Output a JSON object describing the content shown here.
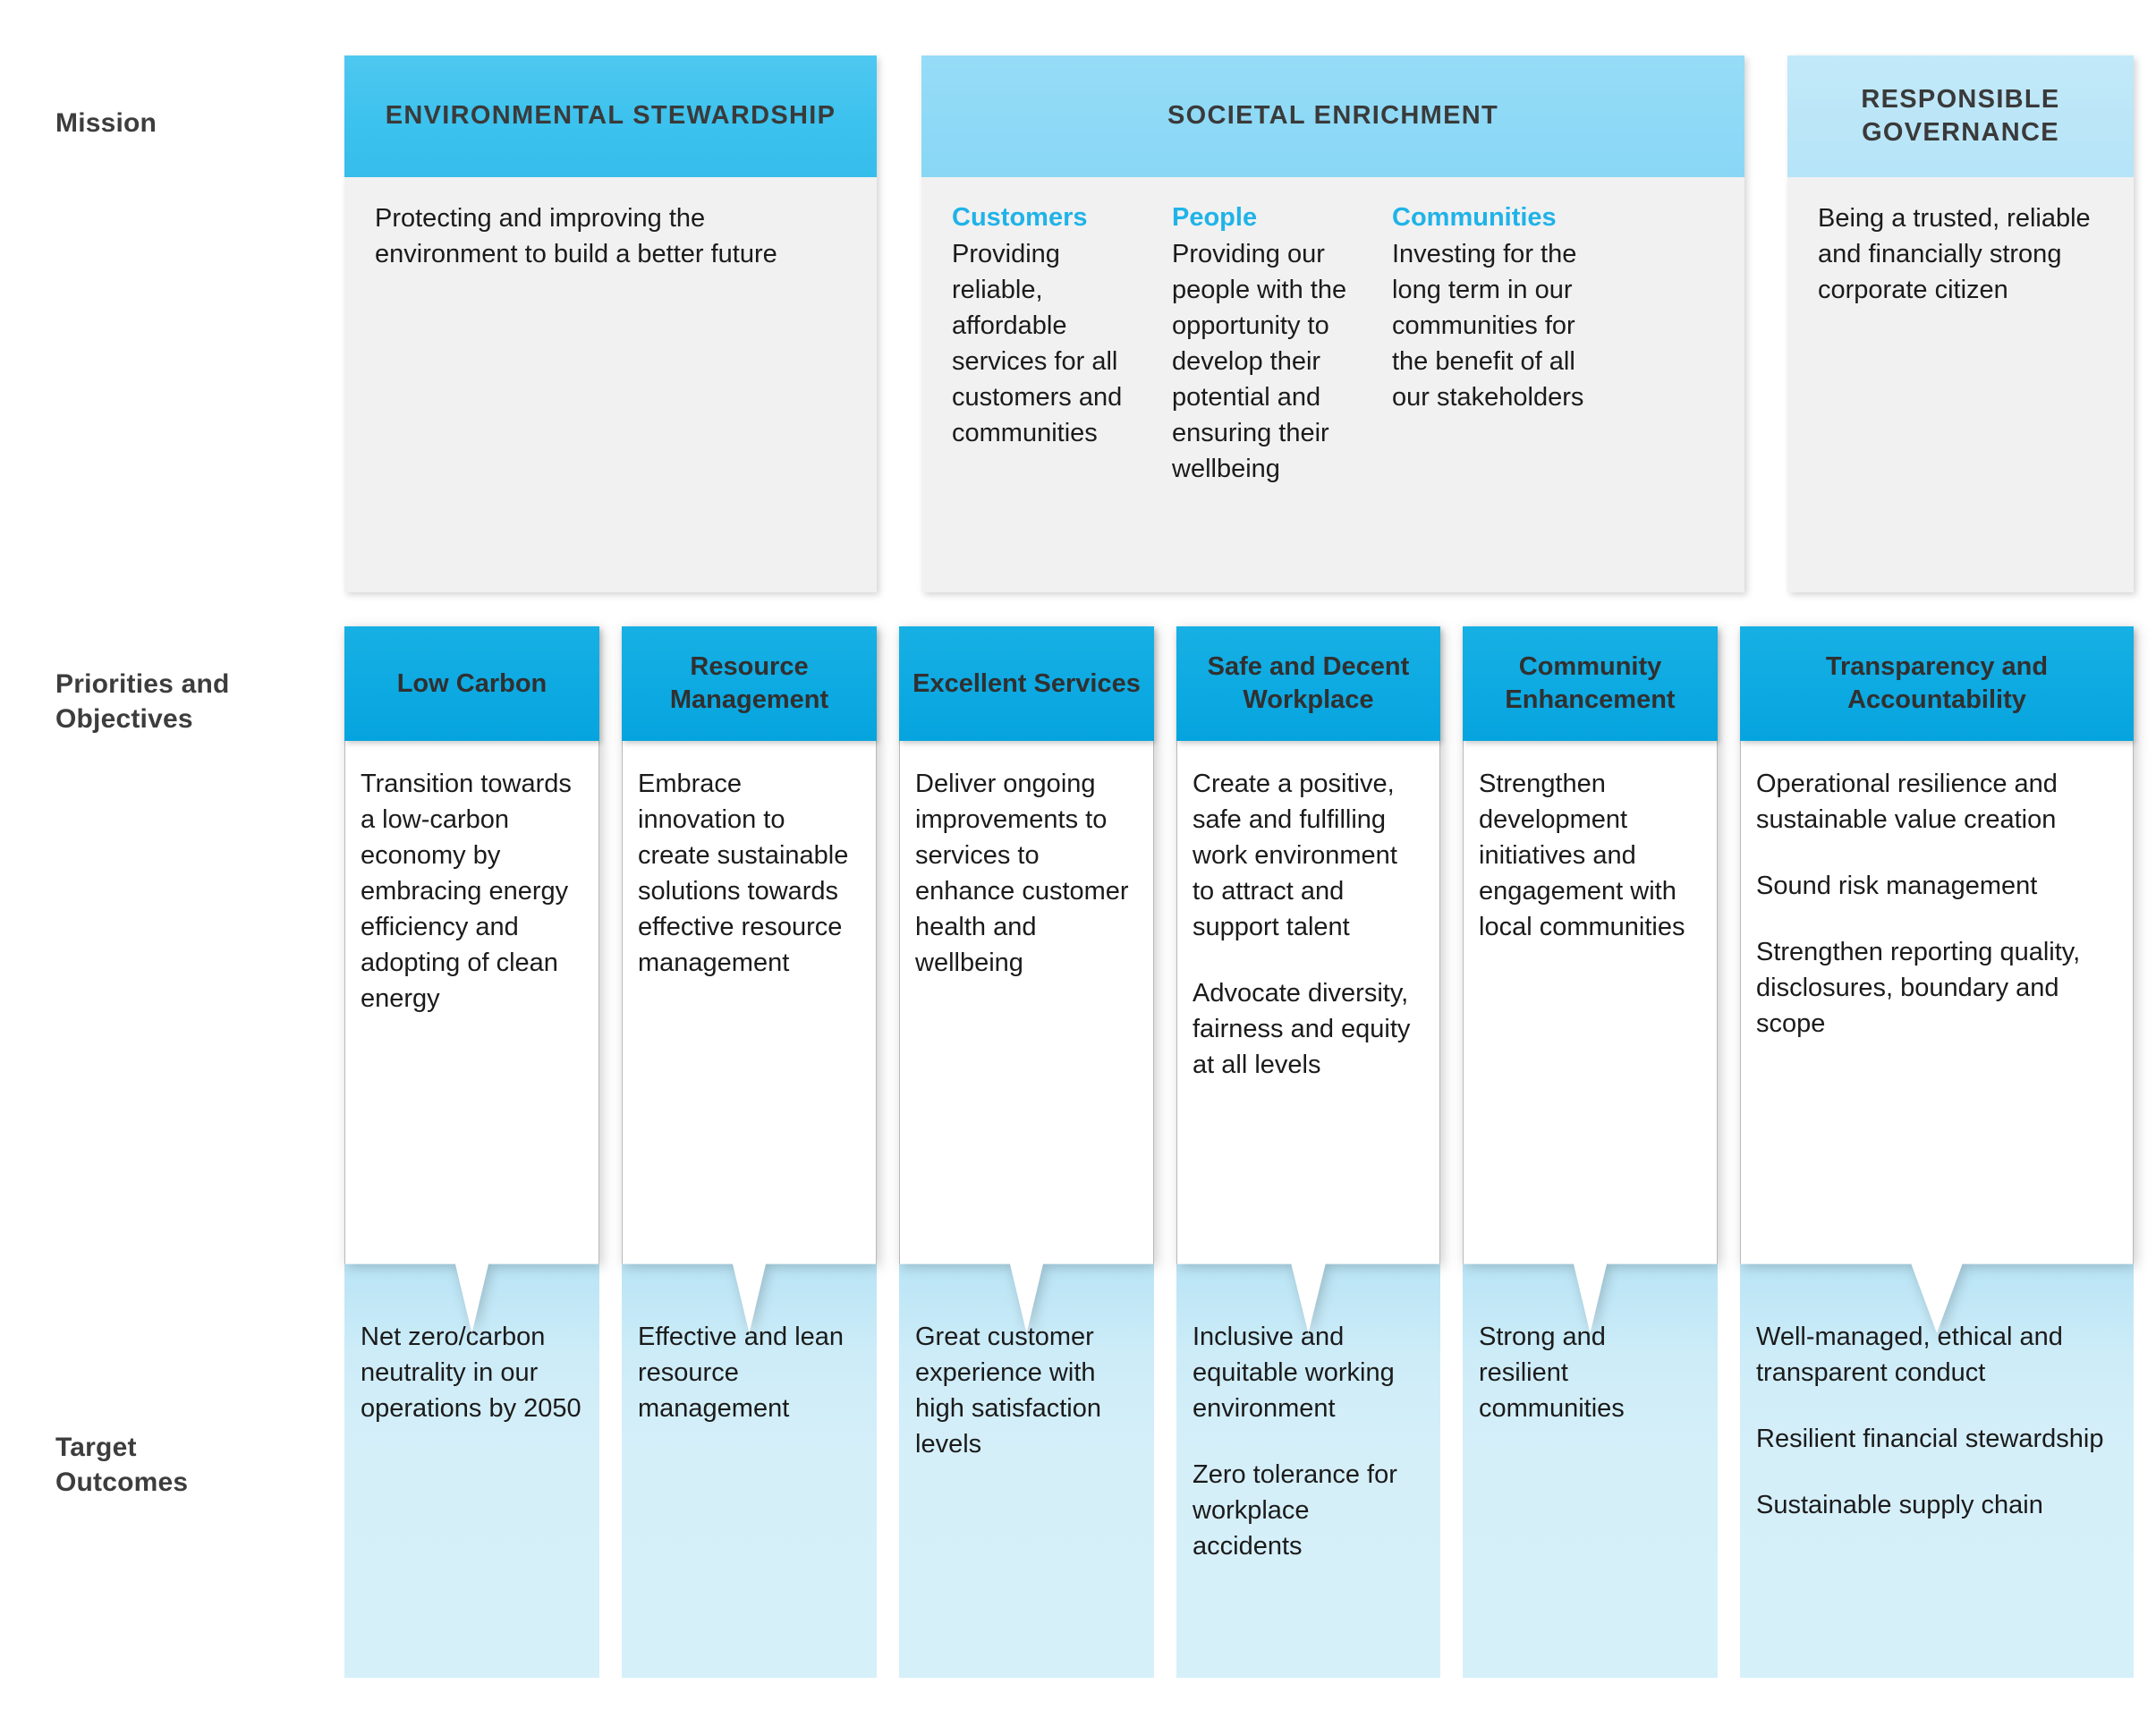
{
  "row_labels": {
    "mission": "Mission",
    "priorities": "Priorities and\nObjectives",
    "target": "Target\nOutcomes"
  },
  "colors": {
    "accent_strong": "#36bdeb",
    "accent_mid": "#89d7f5",
    "accent_light": "#b6e4f8",
    "priority_header": "#06a4df",
    "sub_heading": "#1fb3e8",
    "mission_body_bg": "#f1f1f1",
    "target_panel_bg": "#d5eff9",
    "text": "#1b1b1b"
  },
  "mission": {
    "cards": [
      {
        "id": "environmental-stewardship",
        "title": "ENVIRONMENTAL STEWARDSHIP",
        "shade": "strong",
        "body": "Protecting and improving the environment to build a better future",
        "columns": []
      },
      {
        "id": "societal-enrichment",
        "title": "SOCIETAL ENRICHMENT",
        "shade": "mid",
        "body": "",
        "columns": [
          {
            "heading": "Customers",
            "text": "Providing reliable, affordable services for all customers and communities"
          },
          {
            "heading": "People",
            "text": "Providing our people with the opportunity to develop their potential and ensuring their wellbeing"
          },
          {
            "heading": "Communities",
            "text": "Investing for the long term in our communities for the benefit of all our stakeholders"
          }
        ]
      },
      {
        "id": "responsible-governance",
        "title": "RESPONSIBLE GOVERNANCE",
        "shade": "light",
        "body": "Being a trusted, reliable and financially strong corporate citizen",
        "columns": []
      }
    ]
  },
  "pillars": [
    {
      "id": "low-carbon",
      "priority_title": "Low Carbon",
      "priority_items": [
        "Transition towards a low-carbon economy by embracing energy efficiency and adopting of clean energy"
      ],
      "target_items": [
        "Net zero/carbon neutrality in our operations by 2050"
      ]
    },
    {
      "id": "resource-management",
      "priority_title": "Resource Management",
      "priority_items": [
        "Embrace innovation to create sustainable solutions towards effective resource management"
      ],
      "target_items": [
        "Effective and lean resource management"
      ]
    },
    {
      "id": "excellent-services",
      "priority_title": "Excellent Services",
      "priority_items": [
        "Deliver ongoing improvements to services to enhance customer health and wellbeing"
      ],
      "target_items": [
        "Great customer experience with high satisfaction levels"
      ]
    },
    {
      "id": "safe-and-decent-workplace",
      "priority_title": "Safe and Decent Workplace",
      "priority_items": [
        "Create a positive, safe and fulfilling work environment to attract and support talent",
        "Advocate diversity, fairness and equity at all levels"
      ],
      "target_items": [
        "Inclusive and equitable working environment",
        "Zero tolerance for workplace accidents"
      ]
    },
    {
      "id": "community-enhancement",
      "priority_title": "Community Enhancement",
      "priority_items": [
        "Strengthen development initiatives and engagement with local communities"
      ],
      "target_items": [
        "Strong and resilient communities"
      ]
    },
    {
      "id": "transparency-and-accountability",
      "priority_title": "Transparency and Accountability",
      "priority_items": [
        "Operational resilience and sustainable value creation",
        "Sound risk management",
        "Strengthen reporting quality, disclosures, boundary and scope"
      ],
      "target_items": [
        "Well-managed, ethical and transparent conduct",
        "Resilient financial stewardship",
        "Sustainable supply chain"
      ]
    }
  ]
}
